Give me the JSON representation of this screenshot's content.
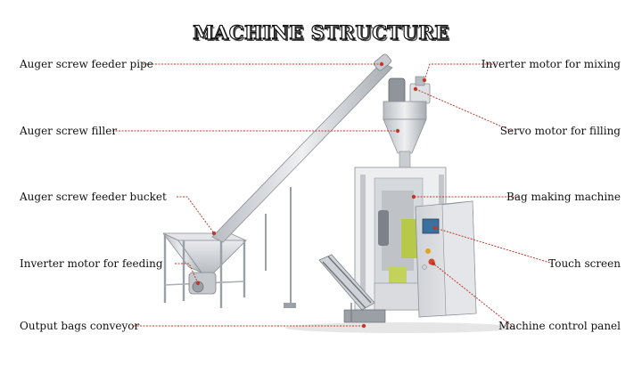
{
  "title": "MACHINE STRUCTURE",
  "labels": {
    "auger_screw_feeder_pipe": "Auger screw feeder pipe",
    "auger_screw_filler": "Auger screw filler",
    "auger_screw_feeder_bucket": "Auger screw feeder bucket",
    "inverter_motor_for_feeding": "Inverter motor for feeding",
    "output_bags_conveyor": "Output bags conveyor",
    "inverter_motor_for_mixing": "Inverter motor for mixing",
    "servo_motor_for_filling": "Servo motor for filling",
    "bag_making_machine": "Bag making machine",
    "touch_screen": "Touch screen",
    "machine_control_panel": "Machine control panel"
  },
  "colors": {
    "leader_line": "#c0392b",
    "machine_steel": "#d7d9dc",
    "machine_shadow": "#9aa0a6"
  }
}
